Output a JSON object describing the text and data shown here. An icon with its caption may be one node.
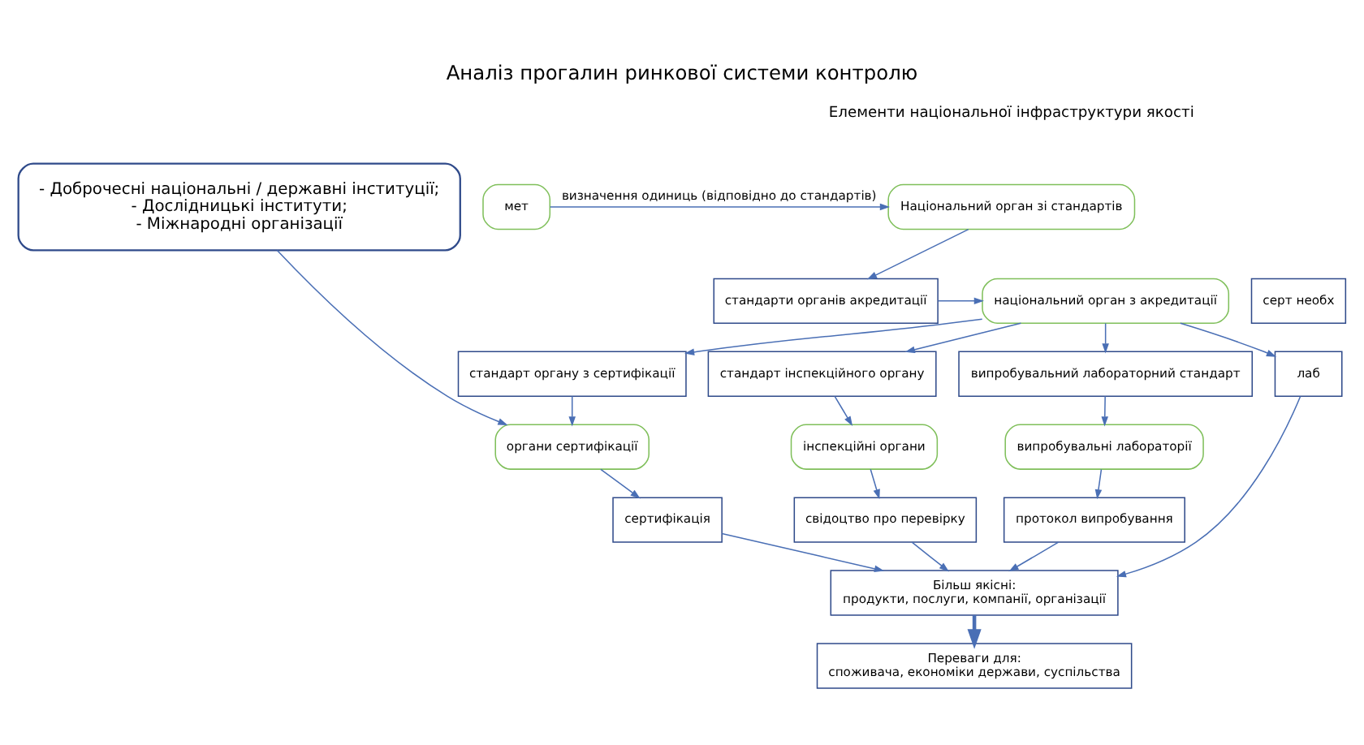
{
  "diagram": {
    "title": "Аналіз прогалин ринкової системи контролю",
    "nodes": [
      {
        "text": [
          "- Доброчесні національні / державні інституції;",
          "- Дослідницькі інститути;",
          "- Міжнародні організації"
        ]
      },
      {
        "text": [
          "Національний орган зі стандартів"
        ]
      },
      {
        "text": [
          "мет"
        ]
      },
      {
        "text": [
          "стандарти органів акредитації"
        ]
      },
      {
        "text": [
          "національний орган з акредитації"
        ]
      },
      {
        "text": [
          "серт необх"
        ]
      },
      {
        "text": [
          "стандарт органу з сертифікації"
        ]
      },
      {
        "text": [
          "стандарт інспекційного органу"
        ]
      },
      {
        "text": [
          "випробувальний лабораторний стандарт"
        ]
      },
      {
        "text": [
          "лаб"
        ]
      },
      {
        "text": [
          "органи сертифікації"
        ]
      },
      {
        "text": [
          "інспекційні органи"
        ]
      },
      {
        "text": [
          "випробувальні лабораторії"
        ]
      },
      {
        "text": [
          "сертифікація"
        ]
      },
      {
        "text": [
          "свідоцтво про перевірку"
        ]
      },
      {
        "text": [
          "протокол випробування"
        ]
      },
      {
        "text": [
          "Більш якісні:",
          "продукти, послуги, компанії, організації"
        ]
      },
      {
        "text": [
          "Переваги для:",
          "споживача, економіки держави, суспільства"
        ]
      }
    ],
    "edges": [
      {
        "from": 2,
        "to": 1,
        "arrow": "to",
        "label": "визначення одиниць (відповідно до стандартів)"
      },
      {
        "from": 1,
        "to": 3,
        "arrow": "to"
      },
      {
        "from": 3,
        "to": 4,
        "arrow": "to"
      },
      {
        "from": 4,
        "to": 6,
        "arrow": "to"
      },
      {
        "from": 4,
        "to": 7,
        "arrow": "to"
      },
      {
        "from": 4,
        "to": 8,
        "arrow": "to"
      },
      {
        "from": 4,
        "to": 9,
        "arrow": "to"
      },
      {
        "from": 0,
        "to": 10,
        "arrow": "to"
      },
      {
        "from": 6,
        "to": 10,
        "arrow": "to"
      },
      {
        "from": 7,
        "to": 11,
        "arrow": "to"
      },
      {
        "from": 8,
        "to": 12,
        "arrow": "to"
      },
      {
        "from": 10,
        "to": 13,
        "arrow": "to"
      },
      {
        "from": 11,
        "to": 14,
        "arrow": "to"
      },
      {
        "from": 12,
        "to": 15,
        "arrow": "to"
      },
      {
        "from": 13,
        "to": 16,
        "arrow": "to"
      },
      {
        "from": 14,
        "to": 16,
        "arrow": "to"
      },
      {
        "from": 15,
        "to": 16,
        "arrow": "to"
      },
      {
        "from": 9,
        "to": 16,
        "arrow": "to"
      },
      {
        "from": 16,
        "to": 17,
        "arrow": "to",
        "style": "thick"
      }
    ],
    "labels": [
      "Елементи національної інфраструктури якості"
    ]
  }
}
